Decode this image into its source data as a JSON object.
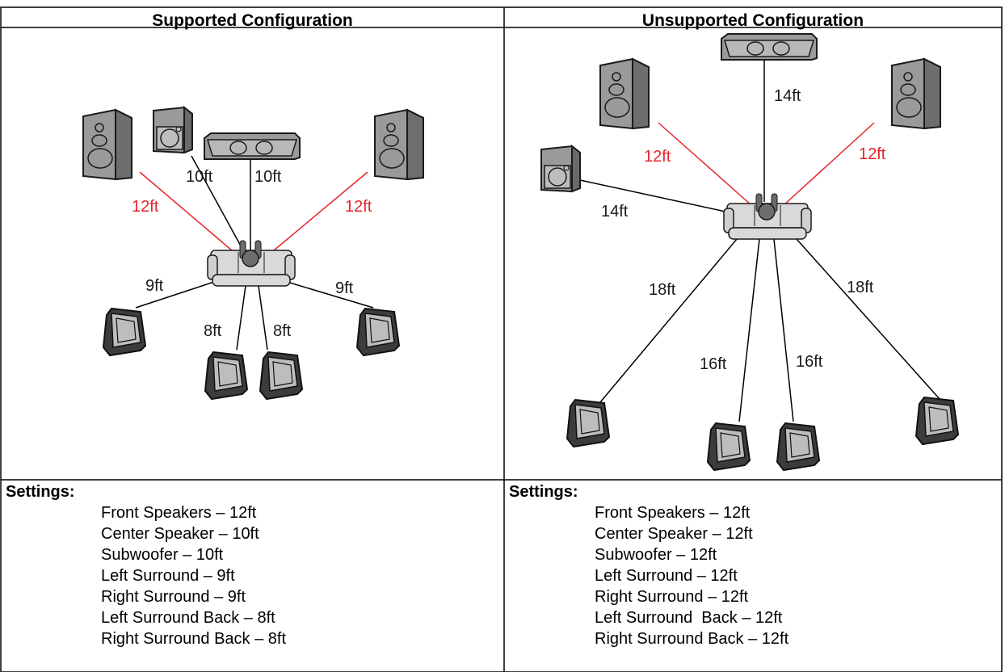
{
  "left": {
    "title": "Supported Configuration",
    "labels": {
      "front_left": "12ft",
      "front_right": "12ft",
      "sub": "10ft",
      "center": "10ft",
      "surround_left": "9ft",
      "surround_right": "9ft",
      "back_left": "8ft",
      "back_right": "8ft"
    },
    "settings_heading": "Settings:",
    "settings": [
      "Front Speakers – 12ft",
      "Center Speaker – 10ft",
      "Subwoofer – 10ft",
      "Left Surround – 9ft",
      "Right Surround – 9ft",
      "Left Surround Back – 8ft",
      "Right Surround Back – 8ft"
    ]
  },
  "right": {
    "title": "Unsupported Configuration",
    "labels": {
      "center": "14ft",
      "front_left": "12ft",
      "front_right": "12ft",
      "sub": "14ft",
      "surround_left": "18ft",
      "surround_right": "18ft",
      "back_left": "16ft",
      "back_right": "16ft"
    },
    "settings_heading": "Settings:",
    "settings": [
      "Front Speakers – 12ft",
      "Center Speaker – 12ft",
      "Subwoofer – 12ft",
      "Left Surround – 12ft",
      "Right Surround – 12ft",
      "Left Surround  Back – 12ft",
      "Right Surround Back – 12ft"
    ]
  },
  "colors": {
    "red_line": "#e8242a",
    "speaker_fill": "#9a9a9a",
    "speaker_dark": "#3c3c3c",
    "sofa_fill": "#d9d9d9"
  }
}
